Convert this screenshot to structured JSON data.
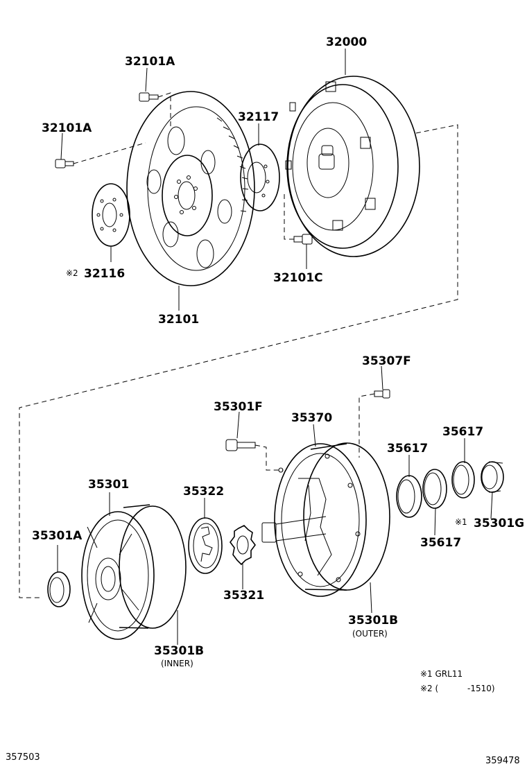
{
  "labels": {
    "p32000": "32000",
    "p32101A_top": "32101A",
    "p32101A_left": "32101A",
    "p32117": "32117",
    "p32116_mark": "※2",
    "p32116": "32116",
    "p32101C": "32101C",
    "p32101": "32101",
    "p35307F": "35307F",
    "p35301F": "35301F",
    "p35370": "35370",
    "p35617_a": "35617",
    "p35617_b": "35617",
    "p35617_c": "35617",
    "p35301G_mark": "※1",
    "p35301G": "35301G",
    "p35301": "35301",
    "p35322": "35322",
    "p35301A": "35301A",
    "p35321": "35321",
    "p35301B_outer": "35301B",
    "outer_note": "(OUTER)",
    "p35301B_inner": "35301B",
    "inner_note": "(INNER)"
  },
  "notes": {
    "note1": "※1 GRL11",
    "note2_open": "※2 (",
    "note2_close": "-1510)"
  },
  "corner_ids": {
    "left": "357503",
    "right": "359478"
  }
}
